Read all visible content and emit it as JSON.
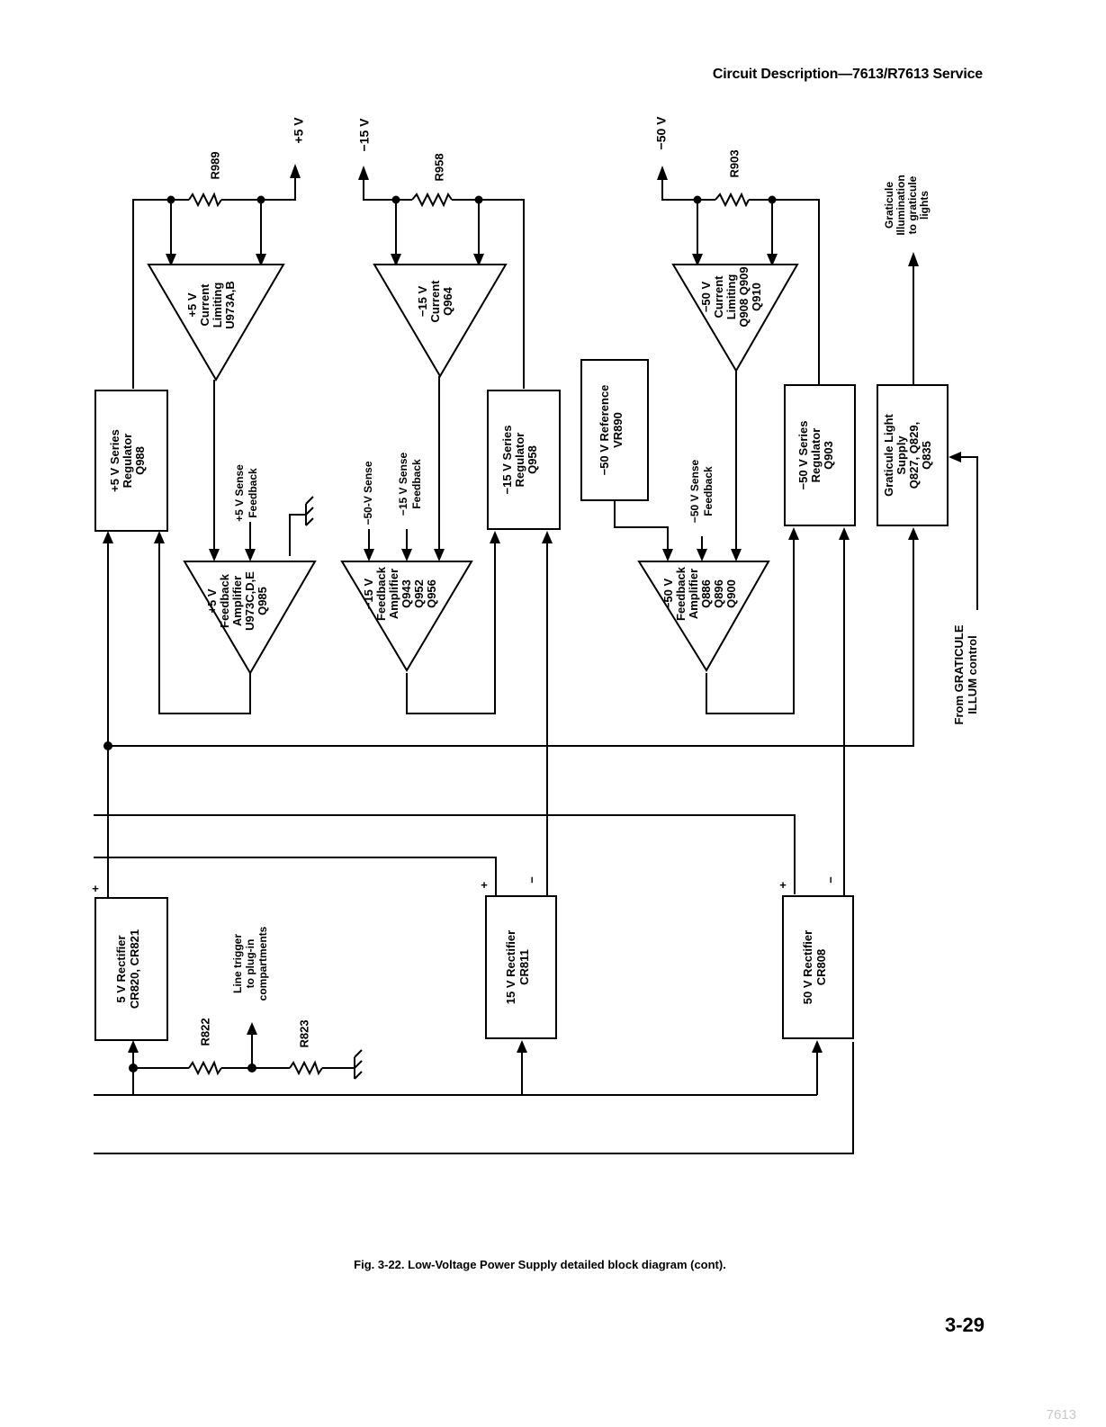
{
  "header": "Circuit Description—7613/R7613 Service",
  "caption": "Fig. 3-22.  Low-Voltage Power Supply detailed block diagram (cont).",
  "page_number": "3-29",
  "corner_mark": "7613",
  "rails": {
    "p5": "+5 V",
    "m15": "−15 V",
    "m50": "−50 V"
  },
  "resistors": {
    "r989": "R989",
    "r958": "R958",
    "r903": "R903",
    "r822": "R822",
    "r823": "R823"
  },
  "current_limit": {
    "p5": [
      "+5 V",
      "Current",
      "Limiting",
      "U973A,B"
    ],
    "m15": [
      "−15 V",
      "Current",
      "Q964"
    ],
    "m50": [
      "−50 V",
      "Current",
      "Limiting",
      "Q908 Q909",
      "Q910"
    ]
  },
  "regulators": {
    "p5": [
      "+5 V Series",
      "Regulator",
      "Q988"
    ],
    "m15": [
      "−15 V Series",
      "Regulator",
      "Q958"
    ],
    "m50": [
      "−50 V Series",
      "Regulator",
      "Q903"
    ]
  },
  "reference": [
    "−50 V Reference",
    "VR890"
  ],
  "graticule_supply": [
    "Graticule Light",
    "Supply",
    "Q827, Q829,",
    "Q835"
  ],
  "graticule_output": [
    "Graticule",
    "Illumination",
    "to graticule",
    "lights"
  ],
  "feedback_amps": {
    "p5": [
      "+5 V",
      "Feedback",
      "Amplifier",
      "U973C,D,E",
      "Q985"
    ],
    "m15": [
      "−15 V",
      "Feedback",
      "Amplifier",
      "Q943",
      "Q952",
      "Q956"
    ],
    "m50": [
      "−50 V",
      "Feedback",
      "Amplifier",
      "Q886",
      "Q896",
      "Q900"
    ]
  },
  "sense_labels": {
    "p5": [
      "+5 V Sense",
      "Feedback"
    ],
    "m50_sense_a": [
      "−50-V Sense"
    ],
    "m15": [
      "−15 V Sense",
      "Feedback"
    ],
    "m50": [
      "−50 V Sense",
      "Feedback"
    ]
  },
  "graticule_control": [
    "From GRATICULE",
    "ILLUM control"
  ],
  "rectifiers": {
    "r5": [
      "5 V Rectifier",
      "CR820, CR821"
    ],
    "r15": [
      "15 V Rectifier",
      "CR811"
    ],
    "r50": [
      "50 V Rectifier",
      "CR808"
    ]
  },
  "line_trigger": [
    "Line trigger",
    "to plug-in",
    "compartments"
  ],
  "polarity": {
    "plus": "+",
    "minus": "−"
  }
}
